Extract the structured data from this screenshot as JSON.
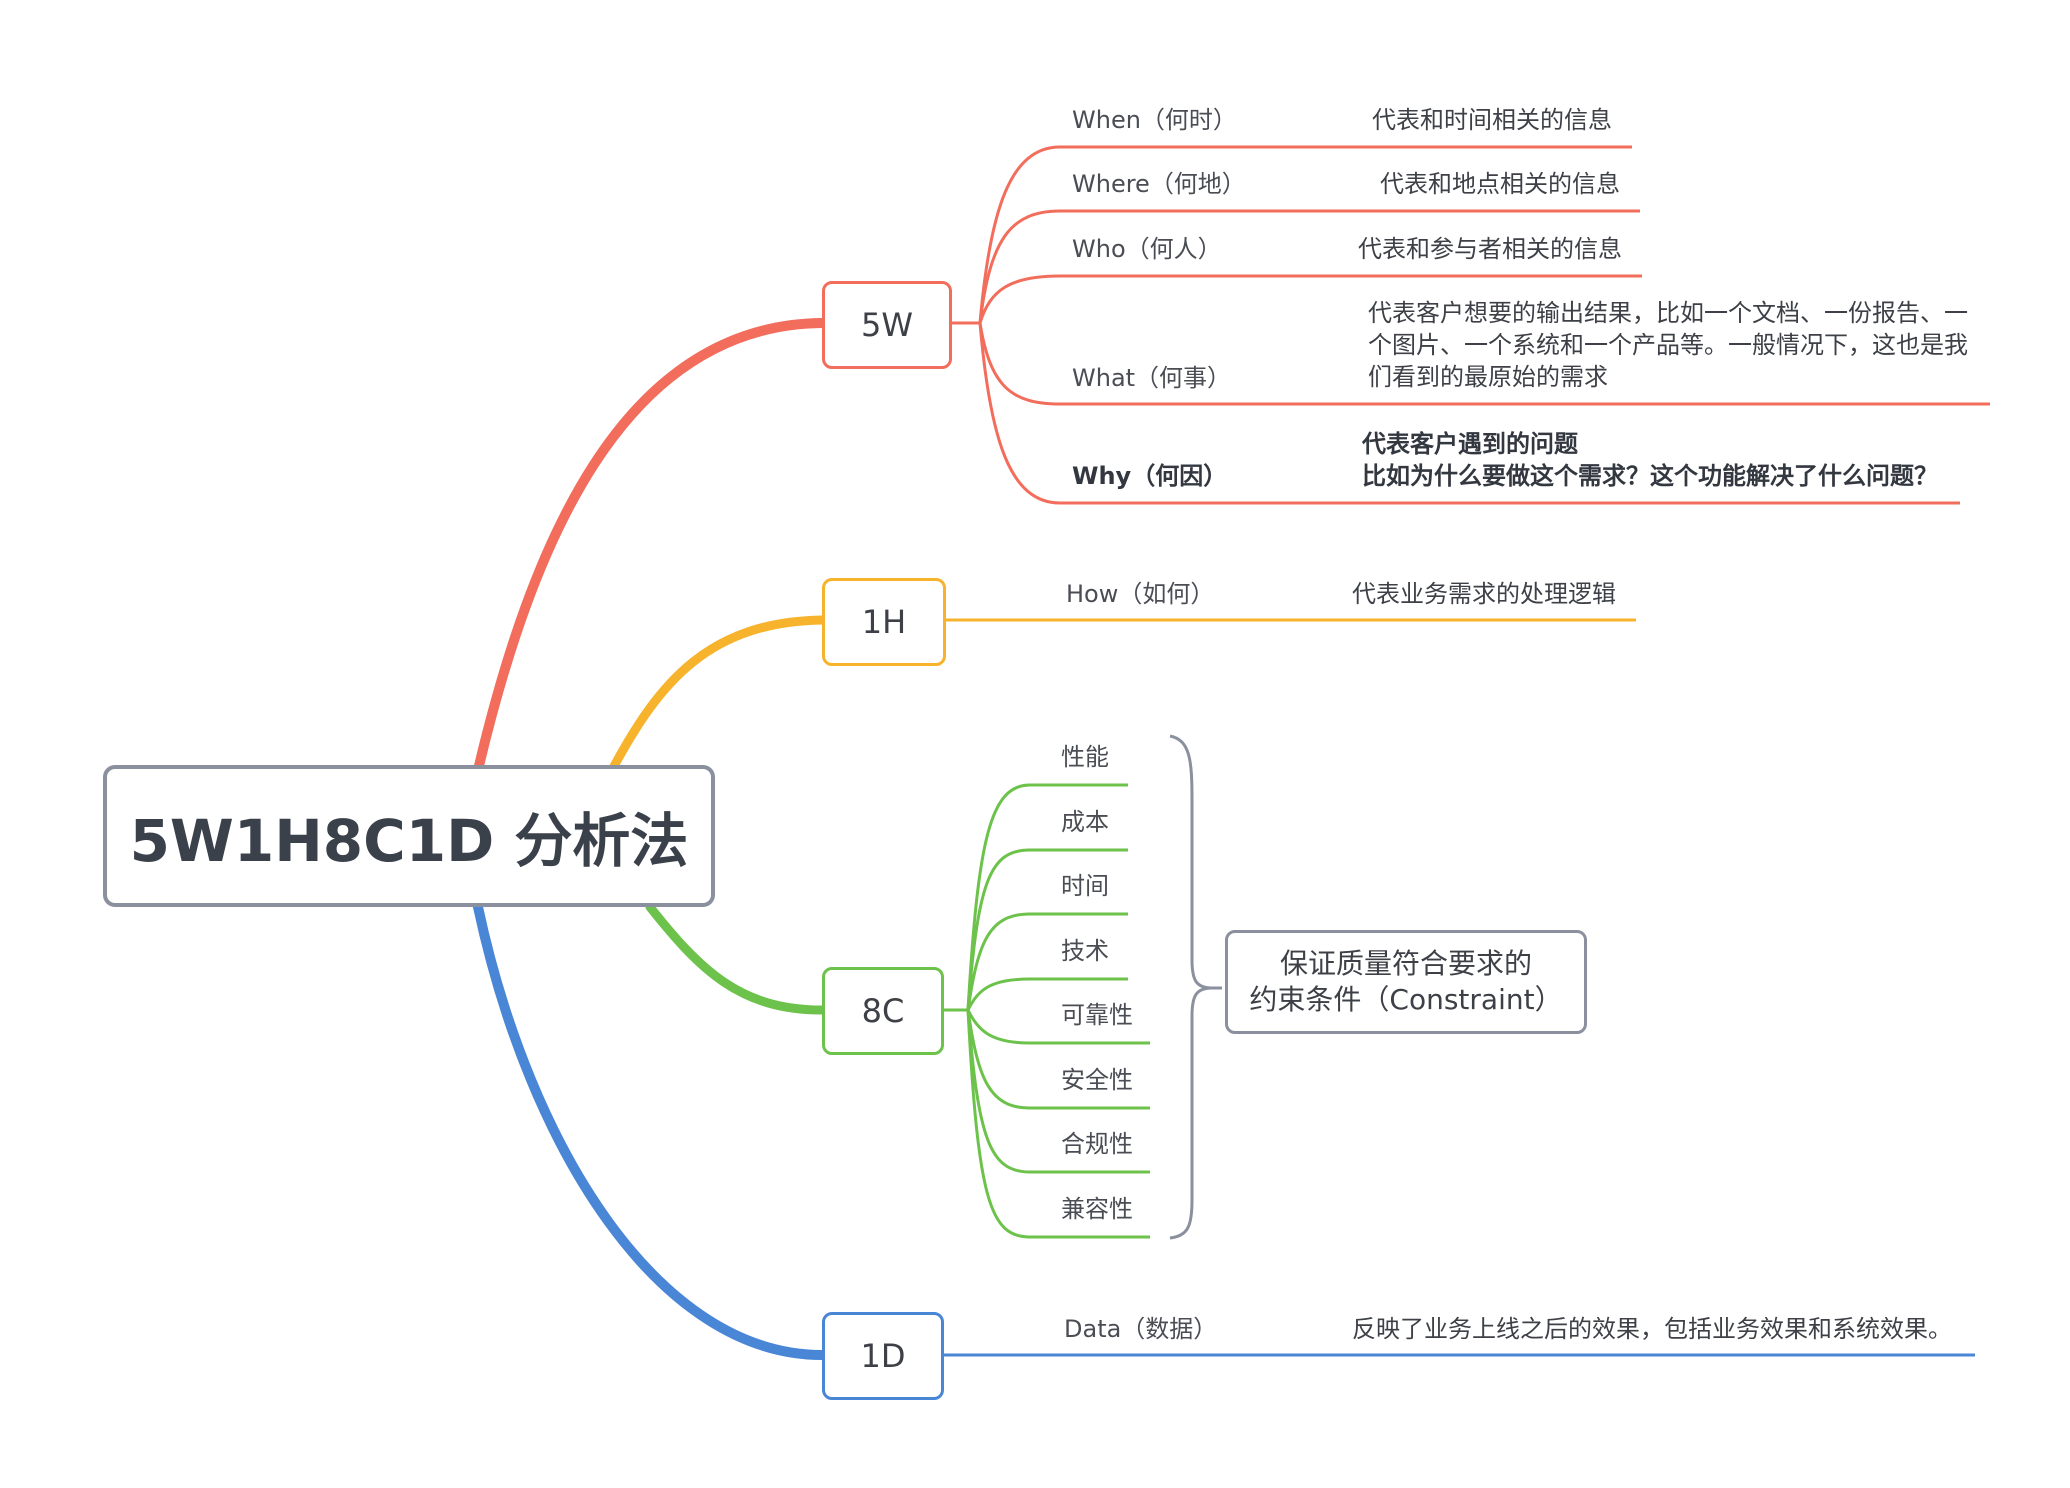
{
  "root": {
    "title": "5W1H8C1D 分析法"
  },
  "colors": {
    "w": "#f26d5b",
    "h": "#f7b32b",
    "c": "#6cc24a",
    "d": "#4a86d6",
    "brace": "#8a909e"
  },
  "branches": {
    "w": {
      "label": "5W",
      "items": [
        {
          "label": "When（何时）",
          "desc": "代表和时间相关的信息"
        },
        {
          "label": "Where（何地）",
          "desc": "代表和地点相关的信息"
        },
        {
          "label": "Who（何人）",
          "desc": "代表和参与者相关的信息"
        },
        {
          "label": "What（何事）",
          "desc": "代表客户想要的输出结果，比如一个文档、一份报告、一个图片、一个系统和一个产品等。一般情况下，这也是我们看到的最原始的需求"
        },
        {
          "label": "Why（何因）",
          "desc_line1": "代表客户遇到的问题",
          "desc_line2": "比如为什么要做这个需求？这个功能解决了什么问题？"
        }
      ]
    },
    "h": {
      "label": "1H",
      "items": [
        {
          "label": "How（如何）",
          "desc": "代表业务需求的处理逻辑"
        }
      ]
    },
    "c": {
      "label": "8C",
      "items": [
        "性能",
        "成本",
        "时间",
        "技术",
        "可靠性",
        "安全性",
        "合规性",
        "兼容性"
      ],
      "summary_line1": "保证质量符合要求的",
      "summary_line2": "约束条件（Constraint）"
    },
    "d": {
      "label": "1D",
      "items": [
        {
          "label": "Data（数据）",
          "desc": "反映了业务上线之后的效果，包括业务效果和系统效果。"
        }
      ]
    }
  }
}
